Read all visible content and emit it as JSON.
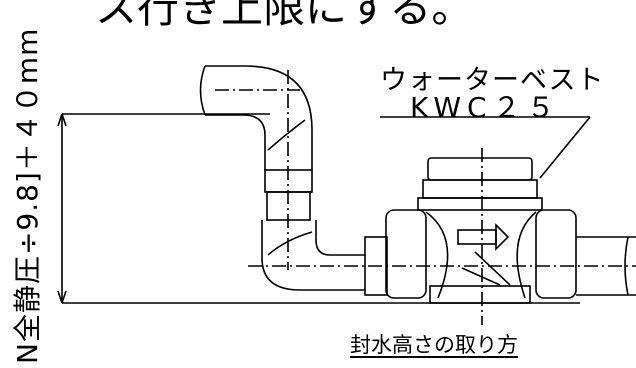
{
  "heading_partial": "ス行き上限にする。",
  "callout": {
    "product_name": "ウォーターベスト",
    "model_code": "KWC２５"
  },
  "dimension_label": "N全静圧÷9.8]＋４０mm",
  "caption": "封水高さの取り方"
}
